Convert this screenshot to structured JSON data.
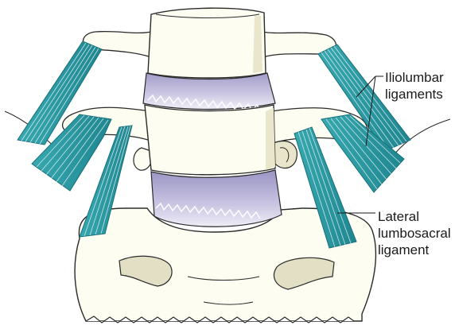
{
  "labels": {
    "iliolumbar": [
      "Iliolumbar",
      "ligaments"
    ],
    "lateral": [
      "Lateral",
      "lumbosacral",
      "ligament"
    ]
  },
  "colors": {
    "bone_fill": "#fdfdf2",
    "bone_shade": "#e6e3c8",
    "outline": "#2a2a2a",
    "ligament": "#2f9ea6",
    "ligament_dark": "#16707a",
    "disc": "#a9a3cc",
    "disc_light": "#ecebf6"
  }
}
